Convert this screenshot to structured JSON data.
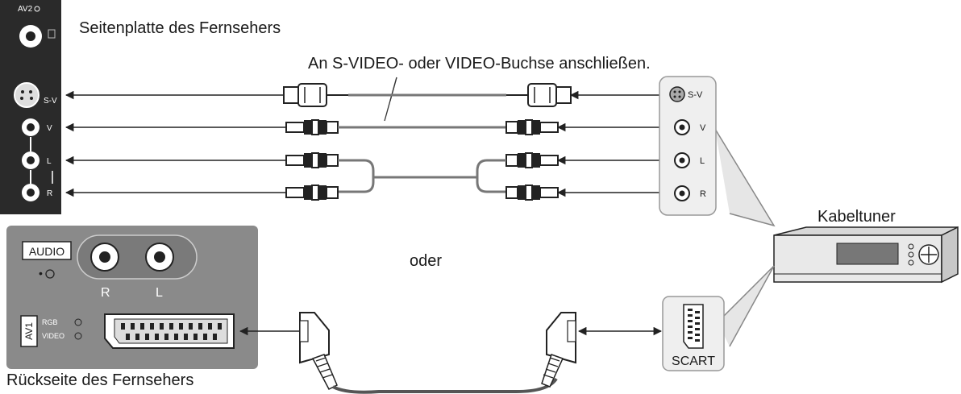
{
  "labels": {
    "side_panel_caption": "Seitenplatte des Fernsehers",
    "connect_instruction": "An S-VIDEO- oder VIDEO-Buchse anschließen.",
    "or": "oder",
    "cable_tuner": "Kabeltuner",
    "rear_caption": "Rückseite des Fernsehers"
  },
  "tv_side_panel": {
    "header": "AV2",
    "ports": [
      "S-V",
      "V",
      "L",
      "R"
    ]
  },
  "tv_rear_panel": {
    "audio_label": "AUDIO",
    "audio_ports": [
      "R",
      "L"
    ],
    "av1_label": "AV1",
    "scart_modes": [
      "RGB",
      "VIDEO"
    ]
  },
  "tuner_panel": {
    "ports": [
      "S-V",
      "V",
      "L",
      "R"
    ],
    "scart_label": "SCART"
  },
  "colors": {
    "panel_dark": "#2a2a2a",
    "panel_gray": "#8a8a8a",
    "tuner_panel": "#efefef",
    "cable": "#555555"
  }
}
